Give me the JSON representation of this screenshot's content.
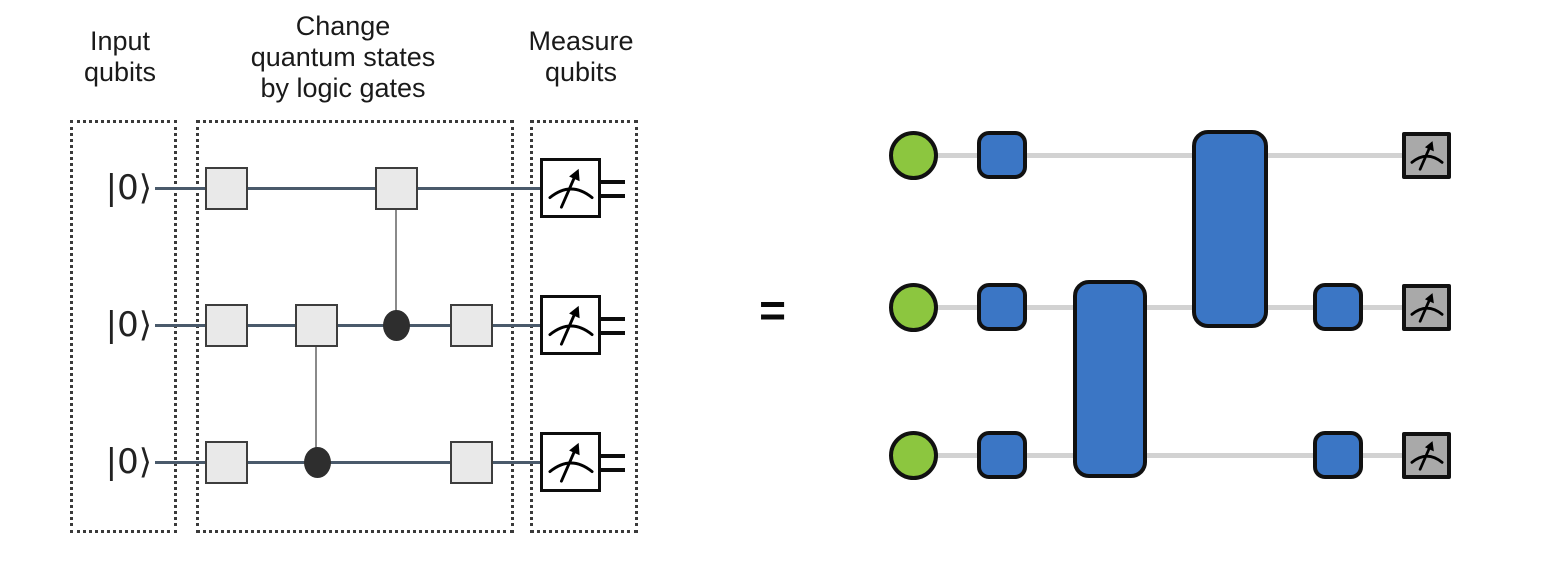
{
  "labels": {
    "input": "Input\nqubits",
    "gates": "Change\nquantum states\nby logic gates",
    "measure": "Measure\nqubits",
    "equals": "="
  },
  "qubits": [
    {
      "ket": "|0⟩"
    },
    {
      "ket": "|0⟩"
    },
    {
      "ket": "|0⟩"
    }
  ],
  "icons": {
    "measurement": "meter-icon",
    "control": "control-dot"
  },
  "colors": {
    "qubit-wire": "#4a5a6b",
    "gate-fill": "#e9e9e9",
    "gate-border": "#3d3d3d",
    "control-dot": "#2e2e2e",
    "connector": "#8a8a8a",
    "right-wire": "#d2d2d2",
    "input-green": "#8cc63f",
    "gate-blue": "#3b76c5",
    "measure-gray": "#a9a9a9",
    "outline-black": "#111111",
    "text": "#1a1a1a"
  }
}
